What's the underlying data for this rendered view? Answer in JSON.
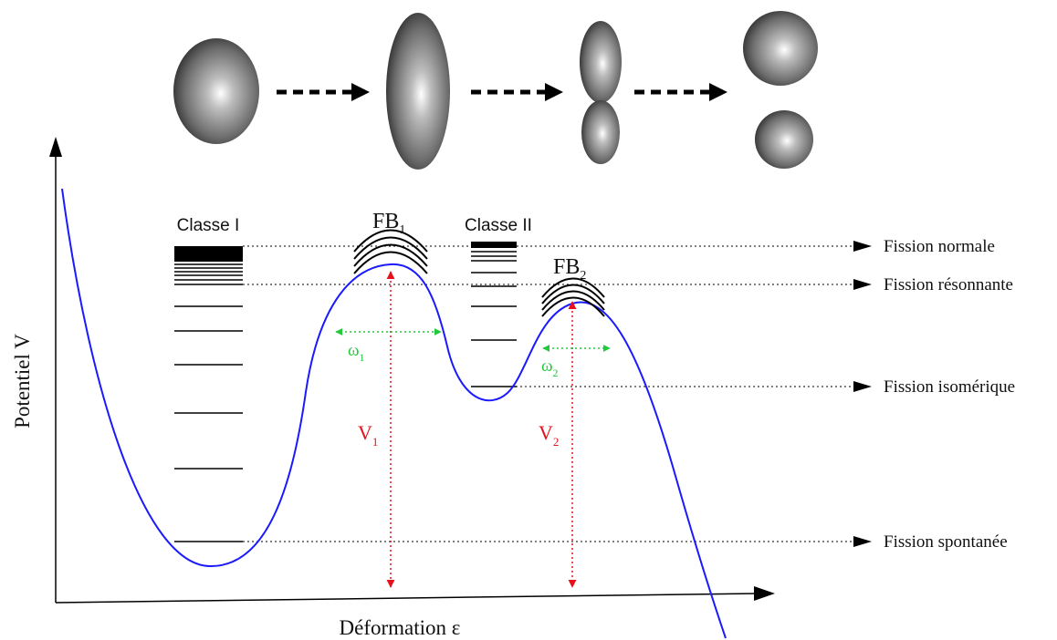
{
  "axes": {
    "ylabel": "Potentiel V",
    "xlabel": "Déformation ε"
  },
  "classes": {
    "class1": "Classe I",
    "class2": "Classe II"
  },
  "barriers": {
    "fb1": {
      "main": "FB",
      "sub": "1"
    },
    "fb2": {
      "main": "FB",
      "sub": "2"
    }
  },
  "heights": {
    "v1": {
      "main": "V",
      "sub": "1"
    },
    "v2": {
      "main": "V",
      "sub": "2"
    }
  },
  "frequencies": {
    "w1": {
      "main": "ω",
      "sub": "1"
    },
    "w2": {
      "main": "ω",
      "sub": "2"
    }
  },
  "fission_modes": [
    "Fission normale",
    "Fission résonnante",
    "Fission isomérique",
    "Fission spontanée"
  ],
  "colors": {
    "curve": "#1a1aff",
    "height_arrows": "#e8111b",
    "width_arrows": "#22c93b",
    "text": "#111111"
  },
  "icons": [
    "nucleus-sphere-icon",
    "nucleus-ellipsoid-icon",
    "nucleus-scission-icon",
    "fission-fragments-icon",
    "dashed-arrow-icon"
  ]
}
